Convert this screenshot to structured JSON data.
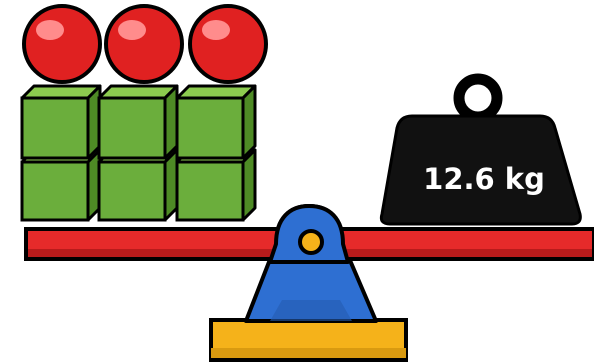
{
  "weight": {
    "label": "12.6 kg",
    "icon": "kettlebell-weight-icon"
  },
  "left_pan": {
    "cube_rows": 2,
    "cube_columns": 3,
    "ball_count": 3
  },
  "colors": {
    "cube_front": "#6BAE3C",
    "cube_top": "#8CCB4F",
    "cube_side": "#4E8B25",
    "ball": "#E02121",
    "ball_highlight": "#FF8C8C",
    "beam": "#E62A2A",
    "beam_shadow": "#B81B1B",
    "fulcrum": "#2E6FD2",
    "fulcrum_shadow": "#245BB0",
    "pivot": "#F5B21A",
    "base": "#F5B21A",
    "weight_body": "#111111",
    "weight_text": "#FFFFFF",
    "outline": "#000000"
  }
}
